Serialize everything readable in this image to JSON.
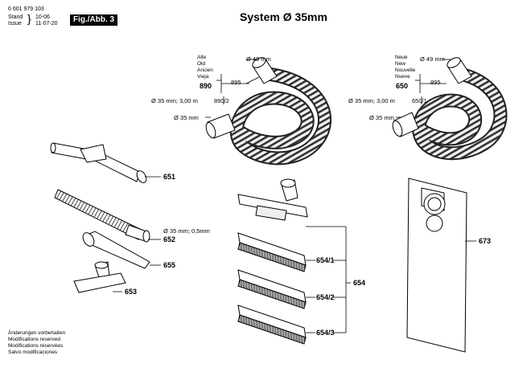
{
  "header": {
    "doc_number": "0 601 979 103",
    "stand_label": "Stand",
    "stand_value": "10-06",
    "issue_label": "Issue",
    "issue_value": "11-07-20",
    "figure": "Fig./Abb. 3"
  },
  "title": "System Ø 35mm",
  "hose_old": {
    "variants": [
      "Alte",
      "Old",
      "Ancien",
      "Vieja"
    ],
    "part": "890",
    "coupling_dia": "Ø 49 mm",
    "coupling_part": "895",
    "hose_spec": "Ø 35 mm; 3,00 m",
    "hose_part": "890/2",
    "end_dia": "Ø 35 mm"
  },
  "hose_new": {
    "variants": [
      "Neue",
      "New",
      "Nouvelle",
      "Nueve"
    ],
    "part": "650",
    "coupling_dia": "Ø 49 mm",
    "coupling_part": "895",
    "hose_spec": "Ø 35 mm; 3,00 m",
    "hose_part": "650/1",
    "end_dia": "Ø 35 mm"
  },
  "parts": {
    "p651": "651",
    "p652": "652",
    "p652_spec": "Ø 35 mm; 0,5mm",
    "p655": "655",
    "p653": "653",
    "p654": "654",
    "p654_1": "654/1",
    "p654_2": "654/2",
    "p654_3": "654/3",
    "p673": "673"
  },
  "footer": [
    "Änderungen vorbehalten",
    "Modifications reserved",
    "Modifications réservées",
    "Salvo modificaciones"
  ]
}
